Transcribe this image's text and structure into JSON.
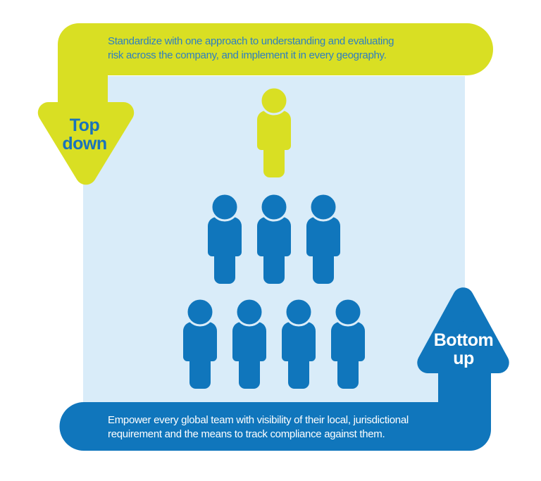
{
  "title": "Top down / Bottom up risk approach infographic",
  "colors": {
    "yellow": "#d9df23",
    "blue": "#1076bc",
    "panel_light_blue": "#d9ecf9",
    "top_banner_text": "#2e7fc1",
    "top_down_label": "#1a73ba",
    "bottom_banner_text": "#ffffff"
  },
  "banners": {
    "top": {
      "line1": "Standardize with one approach to understanding and evaluating",
      "line2": "risk across the company, and implement it in every geography."
    },
    "bottom": {
      "line1": "Empower every global team with visibility of their local, jurisdictional",
      "line2": "requirement and the means to track compliance against them."
    }
  },
  "arrows": {
    "top_down": {
      "direction": "down",
      "line1": "Top",
      "line2": "down"
    },
    "bottom_up": {
      "direction": "up",
      "line1": "Bottom",
      "line2": "up"
    }
  },
  "figure": {
    "kind": "people-pyramid",
    "rows": [
      {
        "count": 1,
        "color_key": "yellow"
      },
      {
        "count": 3,
        "color_key": "blue"
      },
      {
        "count": 4,
        "color_key": "blue"
      }
    ]
  }
}
